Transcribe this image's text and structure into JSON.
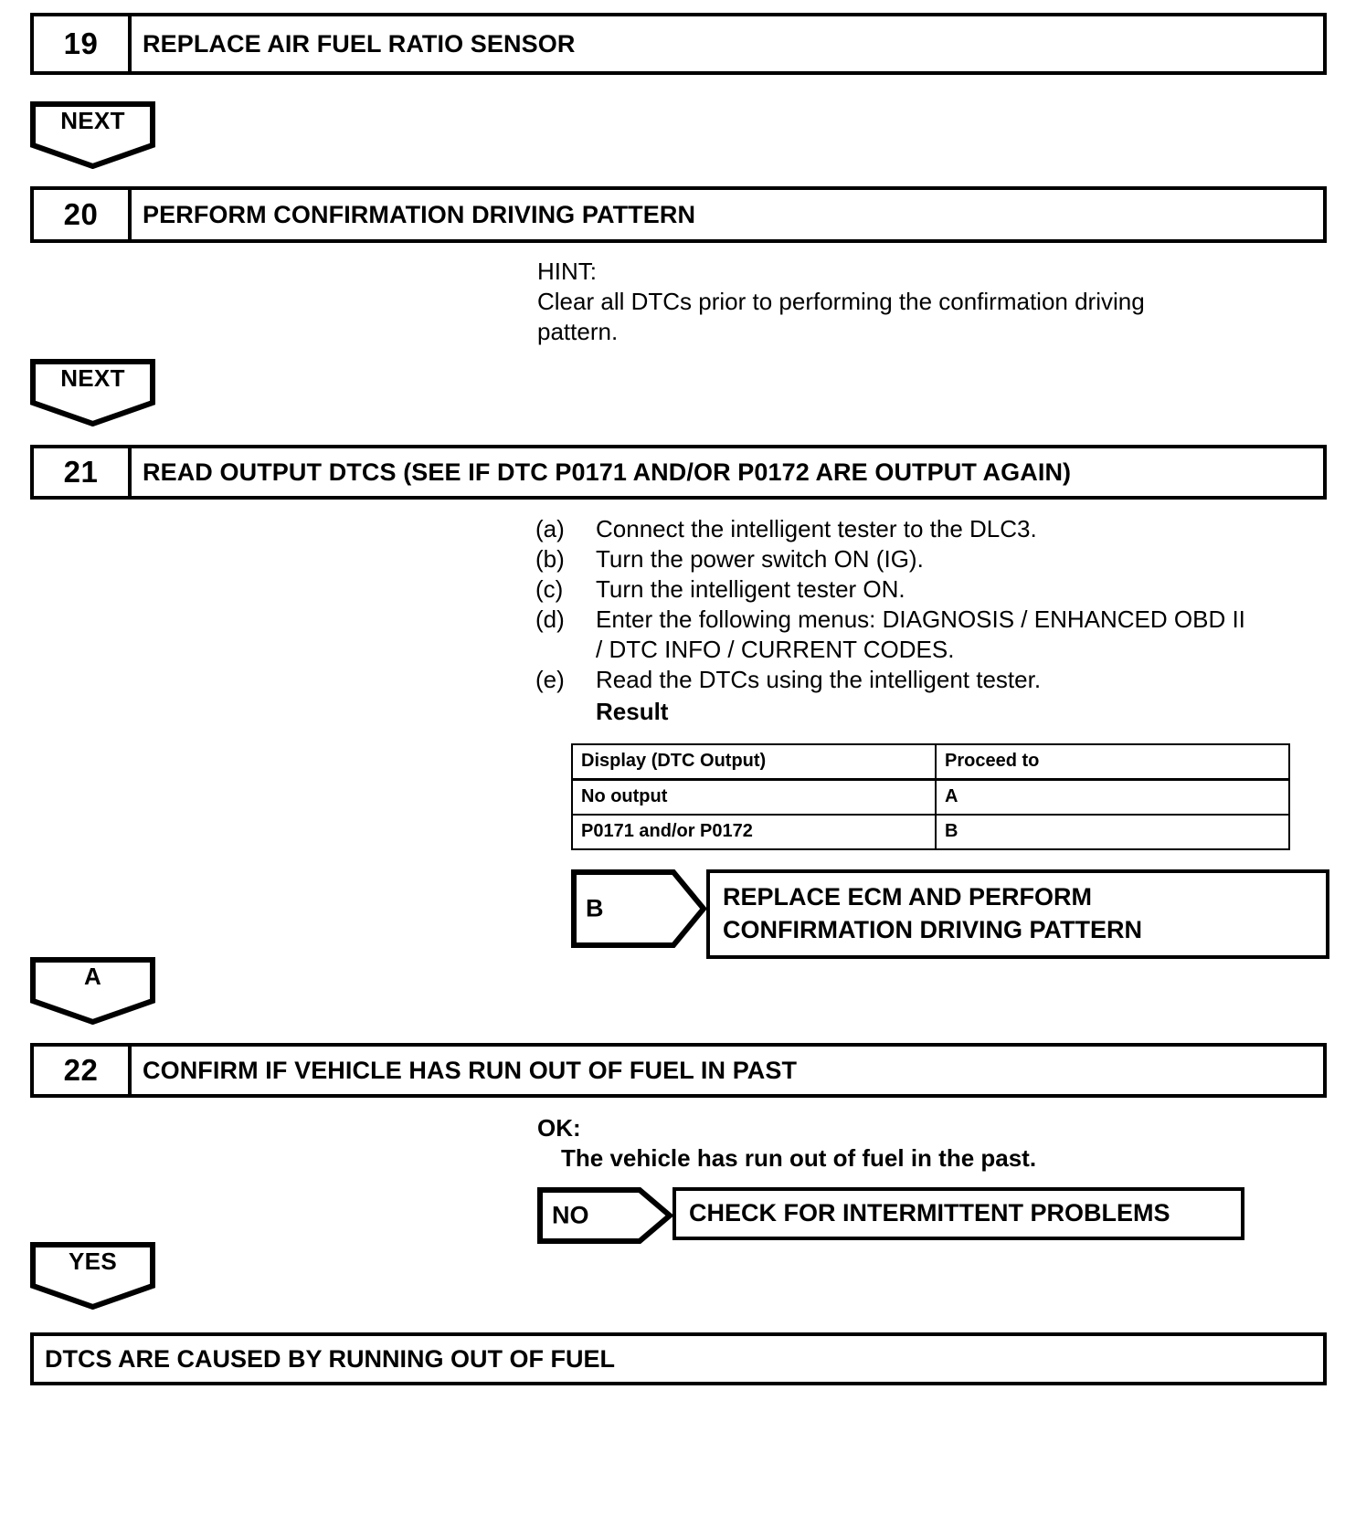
{
  "document": {
    "type": "diagnostic-flowchart",
    "title": "DTC P0171 / P0172 Diagnostic Procedure (continued)"
  },
  "steps": [
    {
      "number": "19",
      "title": "REPLACE AIR FUEL RATIO SENSOR"
    },
    {
      "number": "20",
      "title": "PERFORM CONFIRMATION DRIVING PATTERN",
      "hint_label": "HINT:",
      "hint_text": "Clear all DTCs prior to performing the confirmation driving pattern."
    },
    {
      "number": "21",
      "title": "READ OUTPUT DTCS (SEE IF DTC P0171 AND/OR P0172 ARE OUTPUT AGAIN)",
      "procedure": [
        {
          "letter": "(a)",
          "text": "Connect the intelligent tester to the DLC3."
        },
        {
          "letter": "(b)",
          "text": "Turn the power switch ON (IG)."
        },
        {
          "letter": "(c)",
          "text": "Turn the intelligent tester ON."
        },
        {
          "letter": "(d)",
          "text": "Enter the following menus: DIAGNOSIS / ENHANCED OBD II / DTC INFO / CURRENT CODES."
        },
        {
          "letter": "(e)",
          "text": "Read the DTCs using the intelligent tester."
        }
      ],
      "result_label": "Result"
    },
    {
      "number": "22",
      "title": "CONFIRM IF VEHICLE HAS RUN OUT OF FUEL IN PAST",
      "ok_label": "OK:",
      "ok_text": "The vehicle has run out of fuel in the past."
    }
  ],
  "result_table": {
    "headers": [
      "Display (DTC Output)",
      "Proceed to"
    ],
    "rows": [
      [
        "No output",
        "A"
      ],
      [
        "P0171 and/or P0172",
        "B"
      ]
    ]
  },
  "connectors": {
    "next_1": "NEXT",
    "next_2": "NEXT",
    "a": "A",
    "yes": "YES"
  },
  "branches": [
    {
      "label": "B",
      "box_text": "REPLACE ECM AND PERFORM\nCONFIRMATION DRIVING PATTERN"
    },
    {
      "label": "NO",
      "box_text": "CHECK FOR INTERMITTENT PROBLEMS"
    }
  ],
  "conclusion": {
    "text": "DTCS ARE CAUSED BY RUNNING OUT OF FUEL"
  },
  "colors": {
    "ink": "#000000",
    "paper": "#ffffff"
  }
}
